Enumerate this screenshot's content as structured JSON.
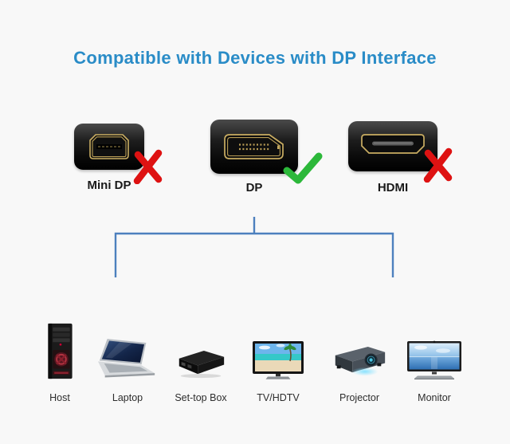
{
  "title": "Compatible with Devices with DP Interface",
  "connectors": [
    {
      "label": "Mini DP",
      "mark": "cross",
      "compatible": false
    },
    {
      "label": "DP",
      "mark": "check",
      "compatible": true
    },
    {
      "label": "HDMI",
      "mark": "cross",
      "compatible": false
    }
  ],
  "devices": [
    {
      "label": "Host"
    },
    {
      "label": "Laptop"
    },
    {
      "label": "Set-top Box"
    },
    {
      "label": "TV/HDTV"
    },
    {
      "label": "Projector"
    },
    {
      "label": "Monitor"
    }
  ],
  "colors": {
    "background": "#f8f8f8",
    "title_blue": "#2a8cc7",
    "bracket_blue": "#4d80be",
    "cross_red": "#de1212",
    "check_green": "#2cb83a",
    "connector_gold": "#c9ad62",
    "connector_black": "#0a0a0a"
  }
}
